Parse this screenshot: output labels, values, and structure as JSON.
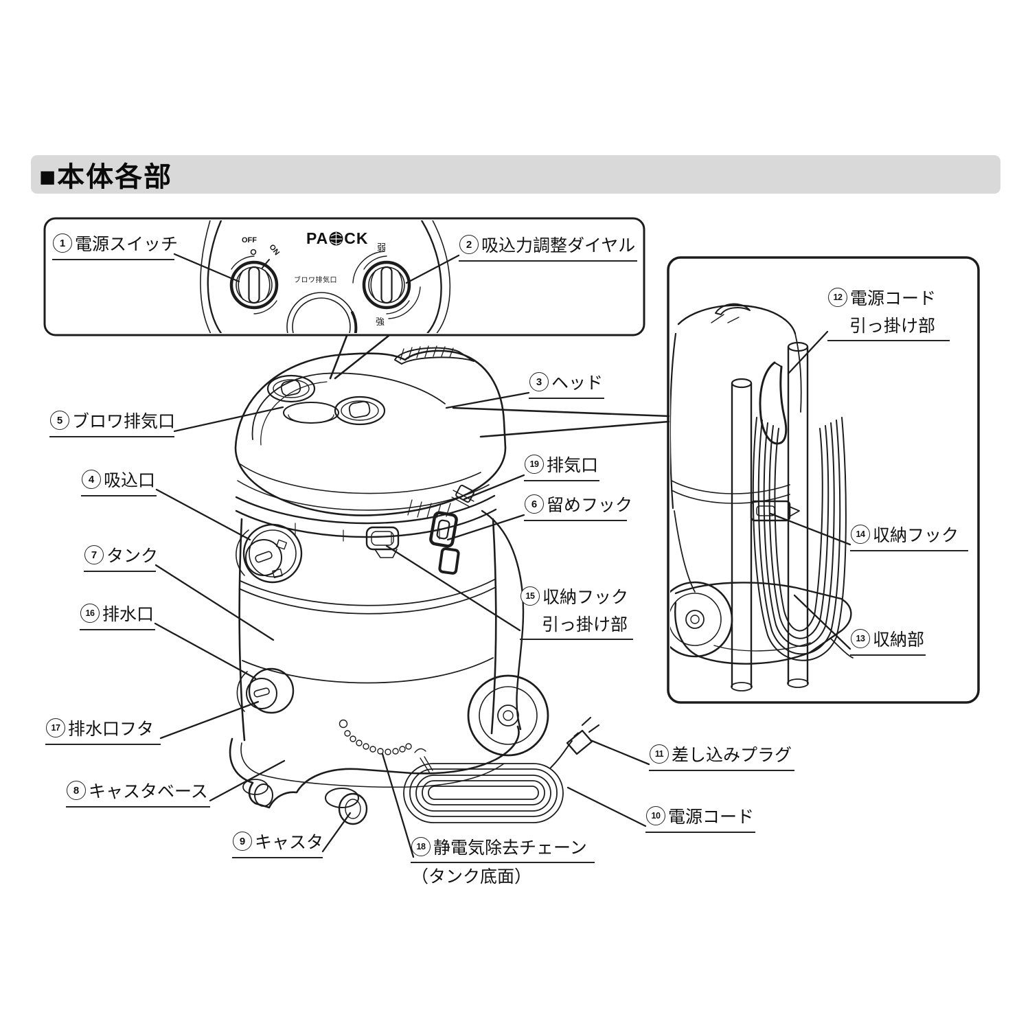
{
  "page": {
    "title": "■本体各部"
  },
  "brand": {
    "prefix": "PA",
    "suffix": "CK"
  },
  "panel": {
    "power_switch_off": "OFF",
    "power_switch_on": "ON",
    "blower_port_caption": "ブロワ排気口",
    "dial_weak": "弱",
    "dial_strong": "強"
  },
  "parts": [
    {
      "num": "1",
      "name": "電源スイッチ"
    },
    {
      "num": "2",
      "name": "吸込力調整ダイヤル"
    },
    {
      "num": "3",
      "name": "ヘッド"
    },
    {
      "num": "4",
      "name": "吸込口"
    },
    {
      "num": "5",
      "name": "ブロワ排気口"
    },
    {
      "num": "6",
      "name": "留めフック"
    },
    {
      "num": "7",
      "name": "タンク"
    },
    {
      "num": "8",
      "name": "キャスタベース"
    },
    {
      "num": "9",
      "name": "キャスタ"
    },
    {
      "num": "10",
      "name": "電源コード"
    },
    {
      "num": "11",
      "name": "差し込みプラグ"
    },
    {
      "num": "12",
      "name": "電源コード",
      "name2": "引っ掛け部"
    },
    {
      "num": "13",
      "name": "収納部"
    },
    {
      "num": "14",
      "name": "収納フック"
    },
    {
      "num": "15",
      "name": "収納フック",
      "name2": "引っ掛け部"
    },
    {
      "num": "16",
      "name": "排水口"
    },
    {
      "num": "17",
      "name": "排水口フタ"
    },
    {
      "num": "18",
      "name": "静電気除去チェーン",
      "name2": "（タンク底面）"
    },
    {
      "num": "19",
      "name": "排気口"
    }
  ]
}
